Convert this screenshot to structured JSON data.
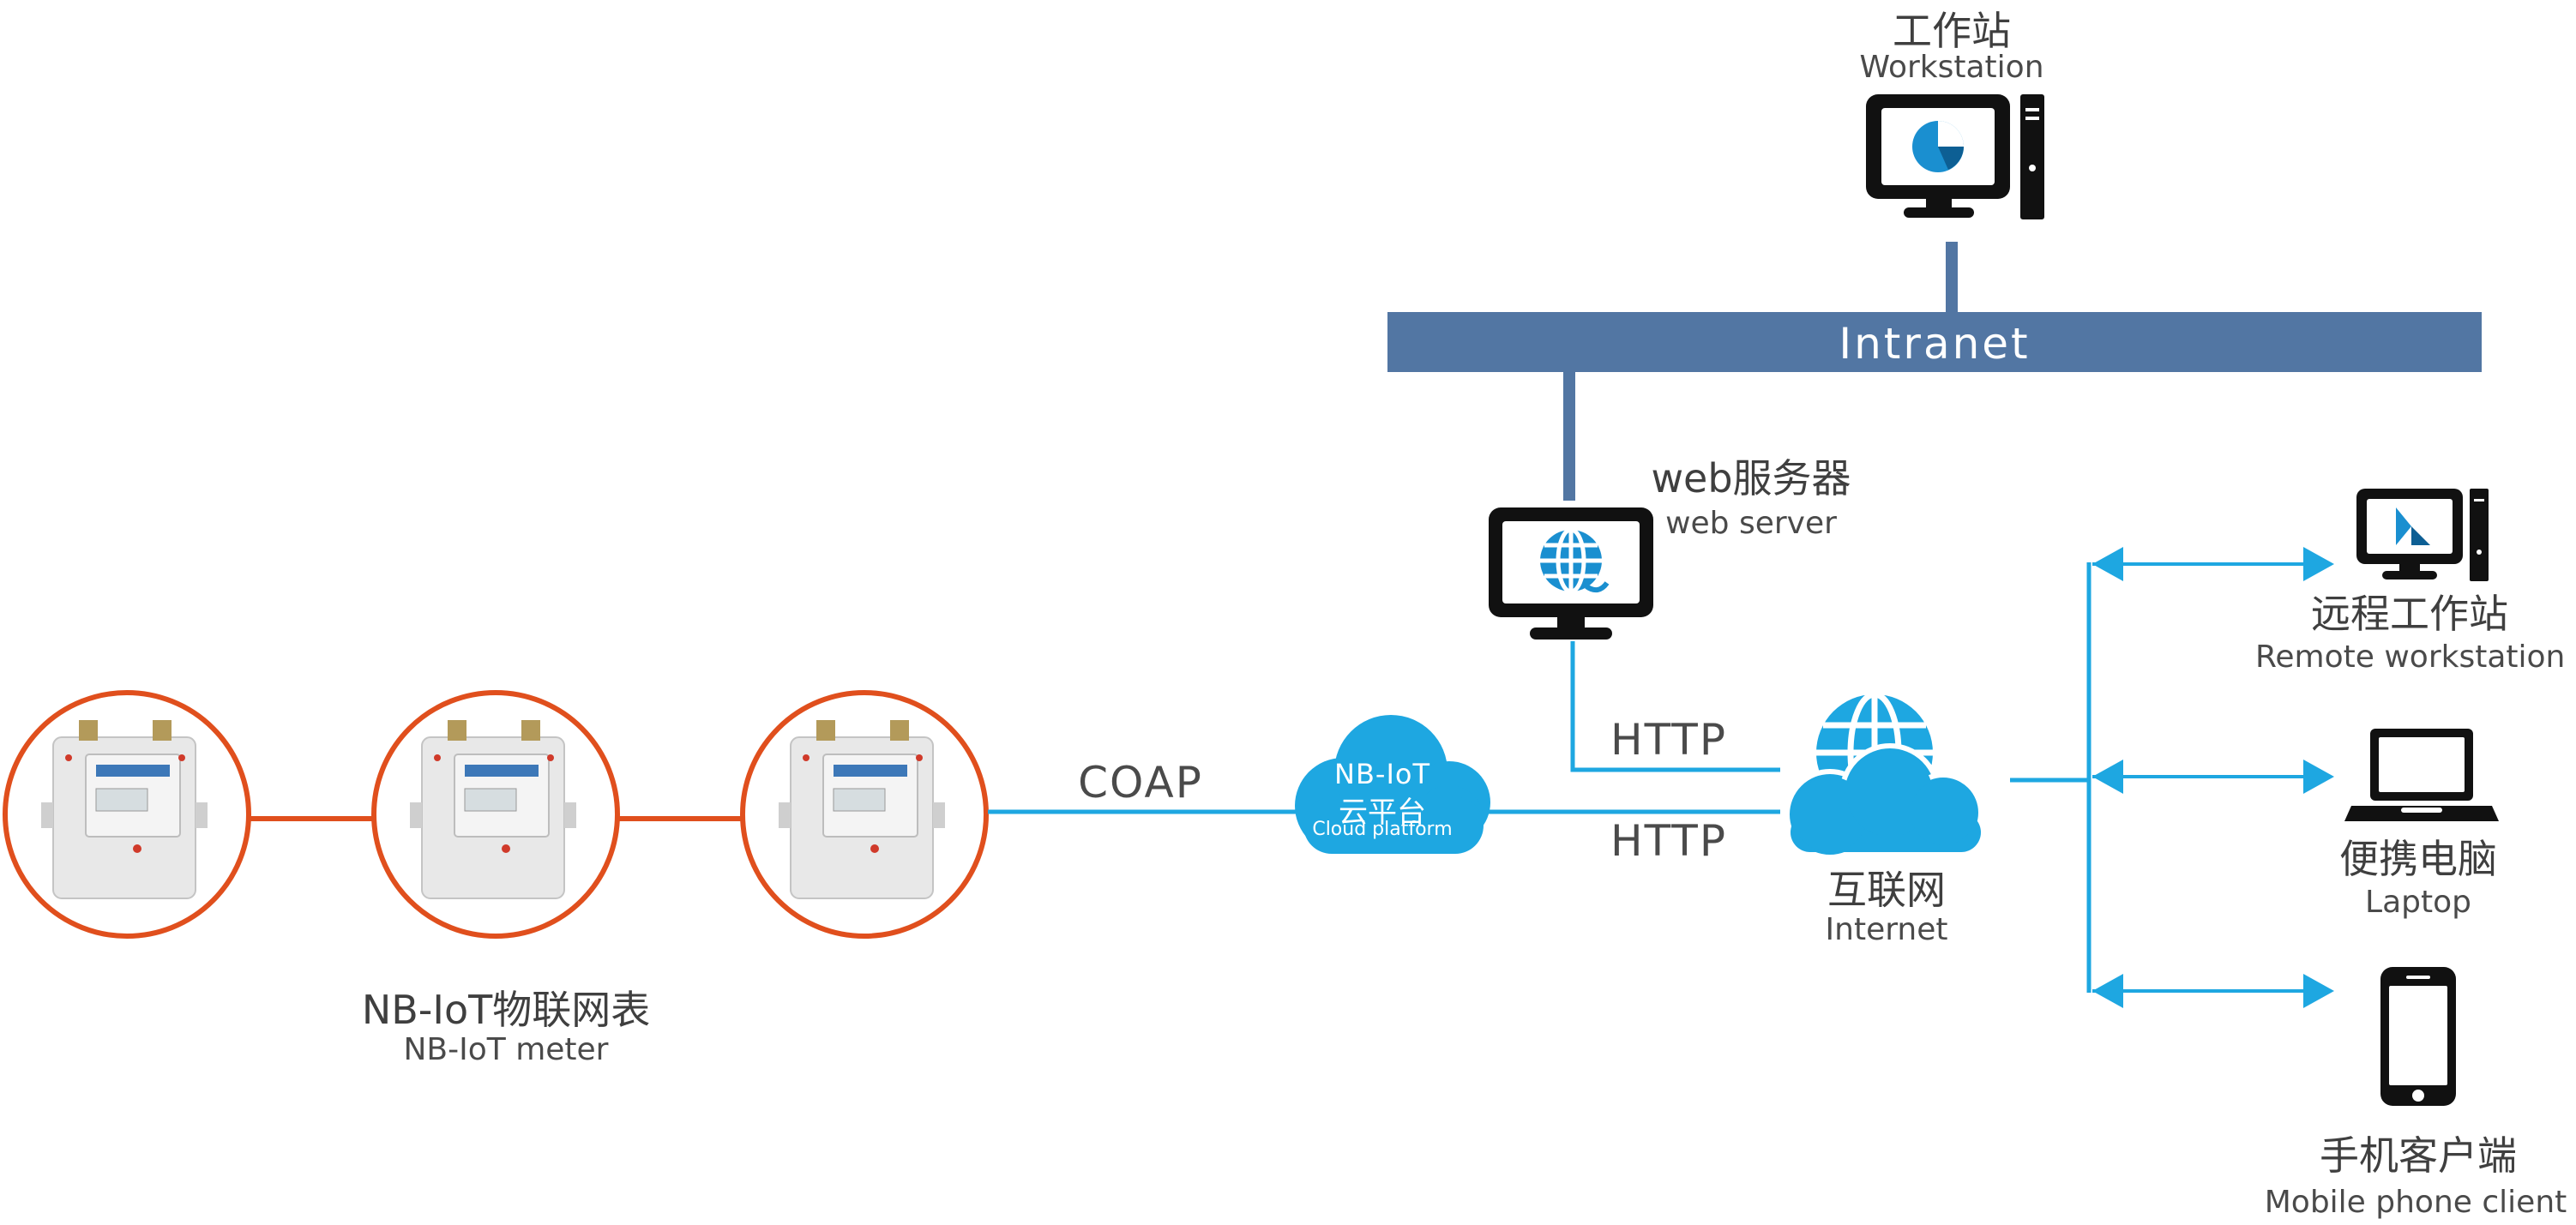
{
  "workstation": {
    "zh": "工作站",
    "en": "Workstation"
  },
  "intranet": {
    "label": "Intranet"
  },
  "web_server": {
    "zh": "web服务器",
    "en": "web server"
  },
  "meters": {
    "zh": "NB-IoT物联网表",
    "en": "NB-IoT meter",
    "count": 3
  },
  "protocols": {
    "coap": "COAP",
    "http_top": "HTTP",
    "http_bottom": "HTTP"
  },
  "cloud": {
    "title": "NB-IoT",
    "zh": "云平台",
    "en": "Cloud platform"
  },
  "internet": {
    "zh": "互联网",
    "en": "Internet"
  },
  "clients": {
    "remote_workstation": {
      "zh": "远程工作站",
      "en": "Remote workstation"
    },
    "laptop": {
      "zh": "便携电脑",
      "en": "Laptop"
    },
    "mobile": {
      "zh": "手机客户端",
      "en": "Mobile phone client"
    }
  },
  "colors": {
    "intranet_blue": "#5276a3",
    "link_blue": "#1ea7e1",
    "meter_ring": "#e04f1d",
    "icon_black": "#111111",
    "icon_accent": "#1a8fd0"
  }
}
